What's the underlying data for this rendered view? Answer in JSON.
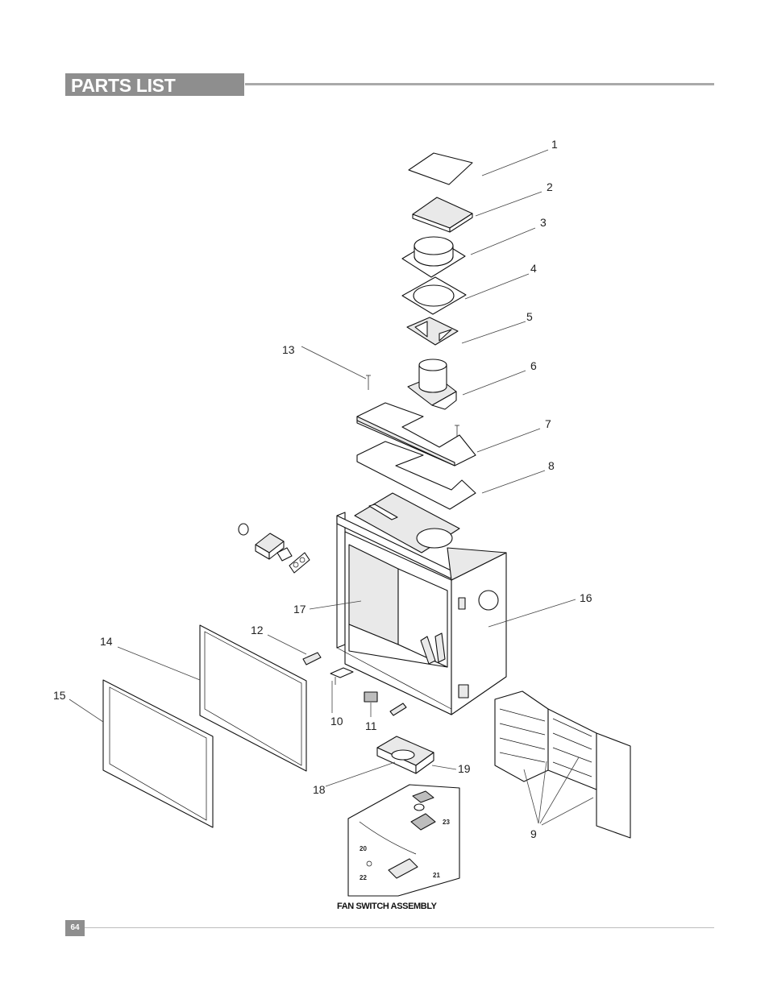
{
  "header": {
    "title": "PARTS LIST"
  },
  "footer": {
    "page_number": "64"
  },
  "diagram": {
    "callouts": [
      "1",
      "2",
      "3",
      "4",
      "5",
      "6",
      "7",
      "8",
      "9",
      "10",
      "11",
      "12",
      "13",
      "14",
      "15",
      "16",
      "17",
      "18",
      "19"
    ],
    "inset_callouts": [
      "20",
      "21",
      "22",
      "23"
    ],
    "inset_caption": "FAN SWITCH ASSEMBLY"
  }
}
